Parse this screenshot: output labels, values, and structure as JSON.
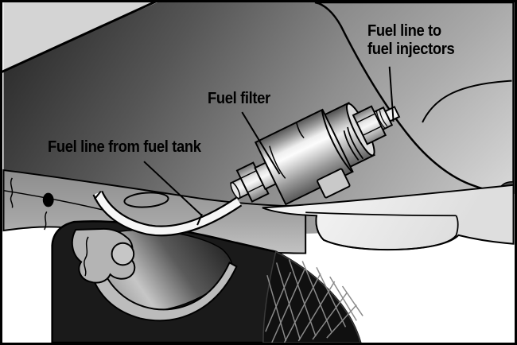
{
  "figure": {
    "type": "technical-illustration",
    "subject": "Underside of a car showing the fuel filter and fuel lines"
  },
  "labels": {
    "fuel_filter": "Fuel filter",
    "fuel_line_to_injectors": "Fuel line to\nfuel injectors",
    "fuel_line_from_tank": "Fuel line from fuel tank"
  },
  "colors": {
    "background": "#ffffff",
    "outline": "#000000",
    "label_text": "#000000",
    "body_shadow_dark": "#303030",
    "body_panel_light": "#d4d4d4",
    "metal_highlight": "#fbfbfb",
    "floor_pan_gray": "#9a9a9a",
    "rocker_panel_light": "#ececec",
    "tire_black": "#161616",
    "tread_line_gray": "#8a8a8a"
  }
}
